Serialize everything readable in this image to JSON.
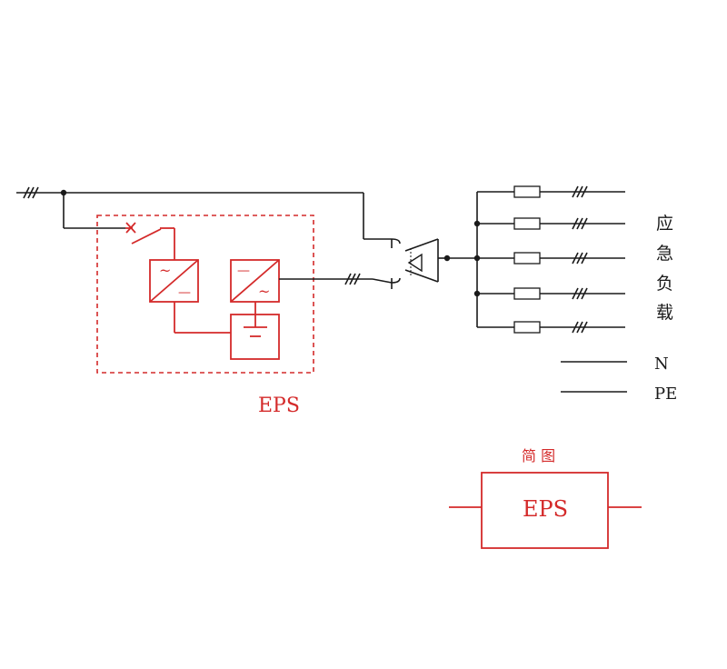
{
  "labels": {
    "eps_main": "EPS",
    "load_chars": [
      "应",
      "急",
      "负",
      "载"
    ],
    "neutral": "N",
    "protective_earth": "PE",
    "simplified_title": "简 图",
    "simplified_eps": "EPS"
  },
  "symbols": {
    "ac": "~",
    "dc": "—"
  },
  "colors": {
    "line": "#1a1a1a",
    "eps": "#d42a2a",
    "background": "#ffffff"
  }
}
